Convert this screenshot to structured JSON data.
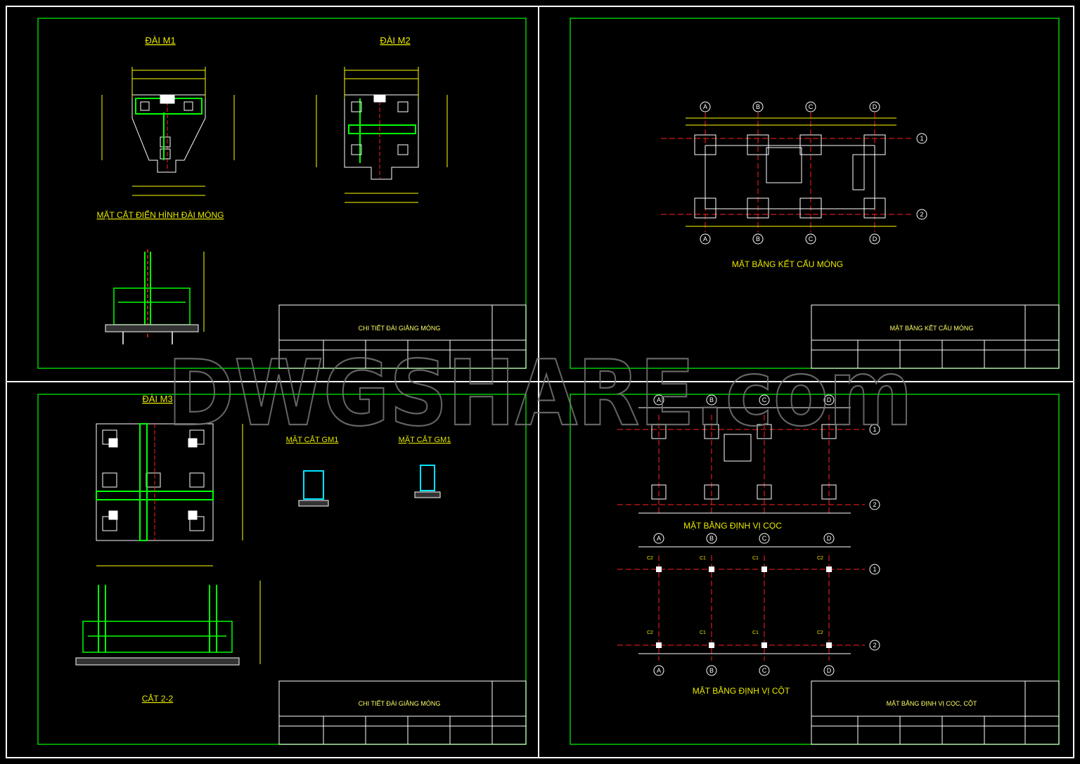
{
  "colors": {
    "background": "#000000",
    "frame": "#ffffff",
    "sheet_border": "#00cc00",
    "text": "#ffff00",
    "axis": "#ff2020",
    "rebar": "#00ff00",
    "hatch": "#ffffff",
    "cyan": "#00e5ff",
    "watermark": "#8a8a8a"
  },
  "watermark": "DWGSHARE.com",
  "sheet1": {
    "label_m1": "ĐÀI M1",
    "label_m2": "ĐÀI M2",
    "section_title": "MẶT CẮT ĐIỂN HÌNH ĐÀI MÓNG",
    "titleblock_title": "CHI TIẾT ĐÀI GIẰNG MÓNG"
  },
  "sheet2": {
    "plan_title": "MẶT BẰNG KẾT CẤU MÓNG",
    "titleblock_title": "MẶT BẰNG KẾT CẤU MÓNG",
    "axes_top": [
      "A",
      "B",
      "C",
      "D"
    ],
    "axes_side": [
      "1",
      "2"
    ]
  },
  "sheet3": {
    "label_m3": "ĐÀI M3",
    "section_gm1_a": "MẶT CẮT GM1",
    "section_gm1_b": "MẶT CẮT GM1",
    "cut_label": "CẮT 2-2",
    "titleblock_title": "CHI TIẾT ĐÀI GIẰNG MÓNG"
  },
  "sheet4": {
    "pile_plan_title": "MẶT BẰNG ĐỊNH VỊ CỌC",
    "column_plan_title": "MẶT BẰNG ĐỊNH VỊ CỘT",
    "titleblock_title": "MẶT BẰNG ĐỊNH VỊ CỌC, CỘT",
    "axes_top": [
      "A",
      "B",
      "C",
      "D"
    ],
    "axes_side": [
      "1",
      "2"
    ],
    "column_labels": [
      "C2",
      "C1",
      "C1",
      "C2",
      "C2",
      "C1",
      "C1",
      "C2"
    ]
  }
}
